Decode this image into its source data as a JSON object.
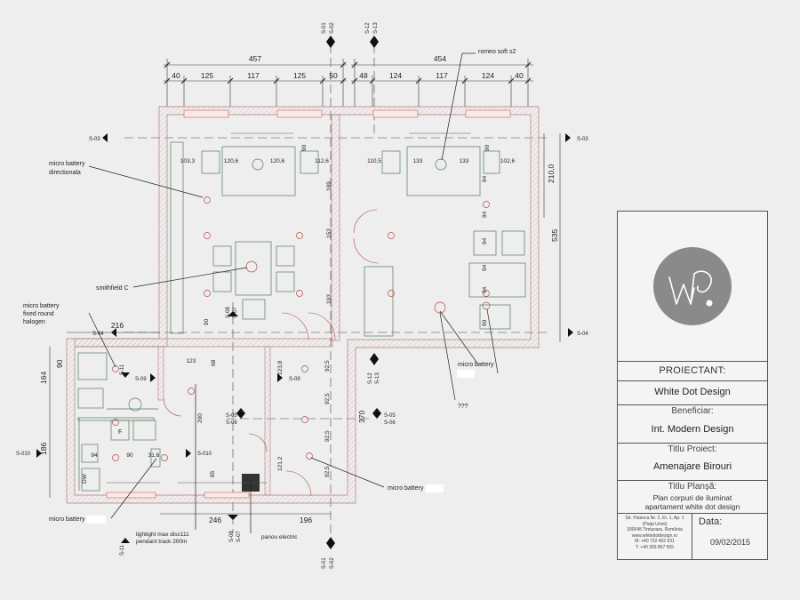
{
  "dims": {
    "top_left_total": "457",
    "top_right_total": "454",
    "top_left_segments": [
      "40",
      "125",
      "117",
      "125",
      "50"
    ],
    "top_right_segments": [
      "48",
      "124",
      "117",
      "124",
      "40"
    ],
    "right_210": "210,0",
    "right_535": "535",
    "left_216": "216",
    "left_90": "90",
    "left_164": "164",
    "left_186": "186",
    "bottom_246": "246",
    "bottom_196": "196",
    "inner_1033": "103,3",
    "inner_1206a": "120,6",
    "inner_1206b": "120,6",
    "inner_1126": "112,6",
    "inner_1105": "110,5",
    "inner_133a": "133",
    "inner_133b": "133",
    "inner_1026": "102,6",
    "inner_189": "189",
    "inner_153": "153",
    "inner_193": "193",
    "inner_90a": "90",
    "inner_90b": "90",
    "inner_90c": "90",
    "inner_94": [
      "94",
      "94",
      "94",
      "94",
      "94"
    ],
    "inner_123": "123",
    "inner_68": "68",
    "inner_1238": "123,8",
    "inner_925": [
      "92,5",
      "92,5",
      "92,5",
      "92,5"
    ],
    "inner_370": "370",
    "inner_200": "200",
    "inner_1212": "121,2",
    "inner_85": "85",
    "inner_94b": "94",
    "inner_90d": "90",
    "inner_316": "31,6"
  },
  "sections": {
    "s01_top": "S-01",
    "s02_top": "S-02",
    "s12_top": "S-12",
    "s13_top": "S-13",
    "s01_bot": "S-01",
    "s02_bot": "S-02",
    "s03_left": "S-03",
    "s03_right": "S-03",
    "s04_left": "S-04",
    "s04_right": "S-04",
    "s05": "S-05",
    "s06": "S-06",
    "s05b": "S-05",
    "s06b": "S-06",
    "s08": "S-08",
    "s07": "S-07",
    "s08b": "S-08",
    "s07b": "S-07",
    "s09a": "S-09",
    "s09b": "S-09",
    "s010a": "S-010",
    "s010b": "S-010",
    "s11a": "S-11",
    "s11b": "S-11",
    "s12b": "S-12",
    "s13b": "S-13"
  },
  "labels": {
    "romeo": "romeo soft s2",
    "battery_dir_1": "micro battery",
    "battery_dir_2": "directionala",
    "smithfield": "smithfield C",
    "battery_fixed_1": "micro battery",
    "battery_fixed_2": "fixed round",
    "battery_fixed_3": "halogen",
    "battery_right": "micro battery",
    "qqq": "???",
    "battery_bottom": "micro battery",
    "battery_left": "micro battery",
    "lightight_1": "lightight max disc111",
    "lightight_2": "pendant track 200m",
    "panou": "panou electric",
    "fridge": "F",
    "dishwasher": "DW"
  },
  "titleblock": {
    "proiectant_label": "PROIECTANT:",
    "proiectant_value": "White Dot Design",
    "beneficiar_label": "Beneficiar:",
    "beneficiar_value": "Int. Modern Design",
    "titlu_proiect_label": "Titlu Proiect:",
    "titlu_proiect_value": "Amenajare Birouri",
    "titlu_plansa_label": "Titlu Planșă:",
    "titlu_plansa_line1": "Plan corpuri de iluminat",
    "titlu_plansa_line2": "apartament white dot design",
    "address_lines": [
      "Str. Palanca Nr. 2, Et. 1, Ap. 1",
      "(Piața Unirii)",
      "300048 Timișoara, România",
      "www.whitedotdesign.ro",
      "M: +40 732 402 631",
      "T: +40 356 807 555"
    ],
    "data_label": "Data:",
    "data_value": "09/02/2015"
  },
  "colors": {
    "wall": "#c9a5a5",
    "line": "#333333",
    "furniture": "#4d7a5a",
    "light": "#c04040",
    "background": "#eeeeee",
    "logo_circle": "#8a8a8a"
  }
}
